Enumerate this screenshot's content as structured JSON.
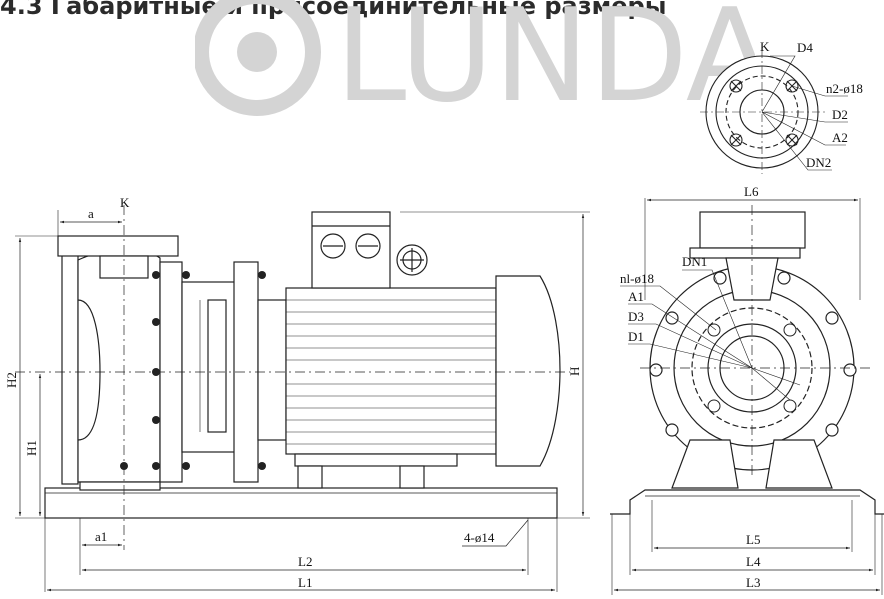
{
  "title": "4.3 Габаритные и присоединительные размеры",
  "watermark": {
    "text": "LUNDA",
    "color": "#d4d4d4"
  },
  "colors": {
    "line": "#222222",
    "fill": "#ffffff"
  },
  "side_view": {
    "labels": {
      "a": "a",
      "k": "K",
      "a1": "a1",
      "h1": "H1",
      "h2": "H2",
      "h": "H",
      "l1": "L1",
      "l2": "L2",
      "holes": "4-ø14"
    }
  },
  "front_view": {
    "labels": {
      "l3": "L3",
      "l4": "L4",
      "l5": "L5",
      "l6": "L6",
      "dn1": "DN1",
      "n1": "nl-ø18",
      "a1": "A1",
      "d3": "D3",
      "d1": "D1"
    }
  },
  "flange_view": {
    "labels": {
      "k": "K",
      "d4": "D4",
      "n2": "n2-ø18",
      "d2": "D2",
      "a2": "A2",
      "dn2": "DN2"
    }
  }
}
